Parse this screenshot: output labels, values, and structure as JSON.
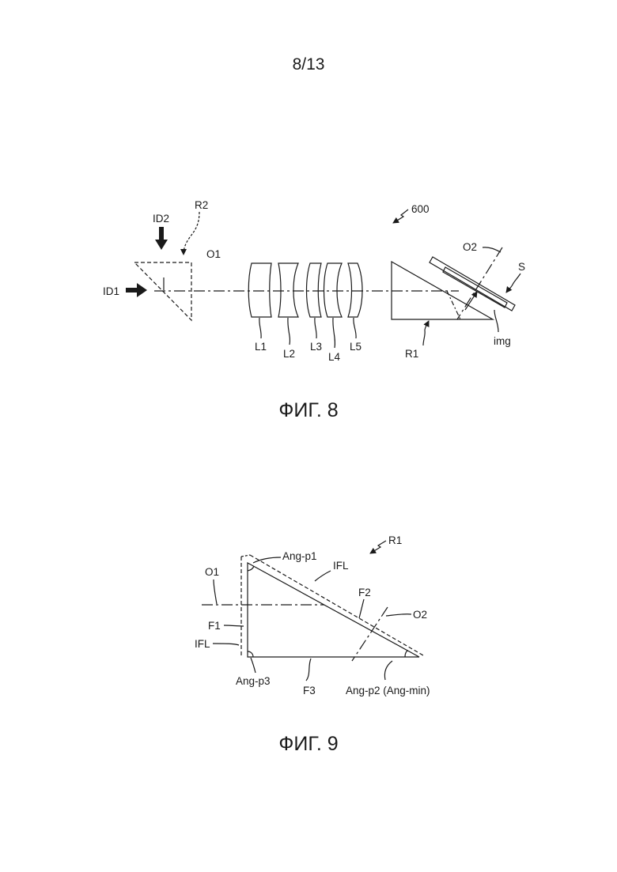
{
  "page_number": "8/13",
  "figure8": {
    "caption": "ФИГ. 8",
    "labels": {
      "ref600": "600",
      "id2": "ID2",
      "r2": "R2",
      "o1": "O1",
      "id1": "ID1",
      "o2": "O2",
      "s": "S",
      "l1": "L1",
      "l2": "L2",
      "l3": "L3",
      "l4": "L4",
      "l5": "L5",
      "r1": "R1",
      "img": "img"
    }
  },
  "figure9": {
    "caption": "ФИГ. 9",
    "labels": {
      "r1": "R1",
      "ang_p1": "Ang-p1",
      "ifl_top": "IFL",
      "o1": "O1",
      "f2": "F2",
      "o2": "O2",
      "f1": "F1",
      "ifl_left": "IFL",
      "ang_p3": "Ang-p3",
      "f3": "F3",
      "ang_p2": "Ang-p2 (Ang-min)"
    }
  }
}
